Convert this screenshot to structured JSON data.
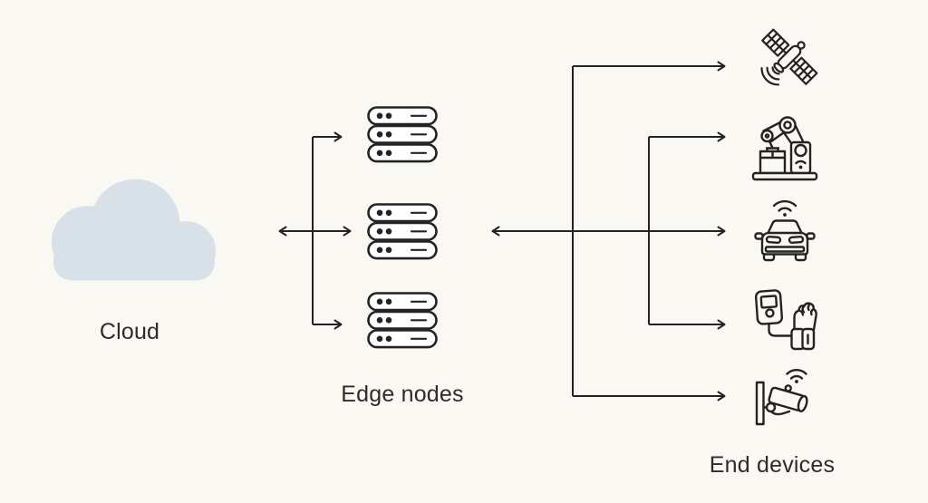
{
  "colors": {
    "background": "#f9f8f3",
    "line": "#232323",
    "cloud_fill": "#d8e1e8",
    "text": "#2d2c28"
  },
  "labels": {
    "cloud": "Cloud",
    "edge_nodes": "Edge nodes",
    "end_devices": "End devices"
  },
  "diagram": {
    "nodes": [
      {
        "id": "cloud",
        "label": "Cloud",
        "icon": "cloud-icon"
      },
      {
        "id": "edge-nodes",
        "label": "Edge nodes",
        "icon": "server-stack-icon",
        "count": 3
      },
      {
        "id": "end-devices",
        "label": "End devices",
        "count": 5,
        "icons": [
          "satellite-icon",
          "robot-arm-icon",
          "connected-car-icon",
          "health-monitor-icon",
          "security-camera-icon"
        ]
      }
    ],
    "connections": [
      {
        "from": "cloud",
        "to": "edge-nodes",
        "direction": "bidirectional",
        "fans_out_to": 3
      },
      {
        "from": "edge-nodes",
        "to": "end-devices",
        "direction": "bidirectional",
        "fans_out_to": 5
      }
    ]
  }
}
